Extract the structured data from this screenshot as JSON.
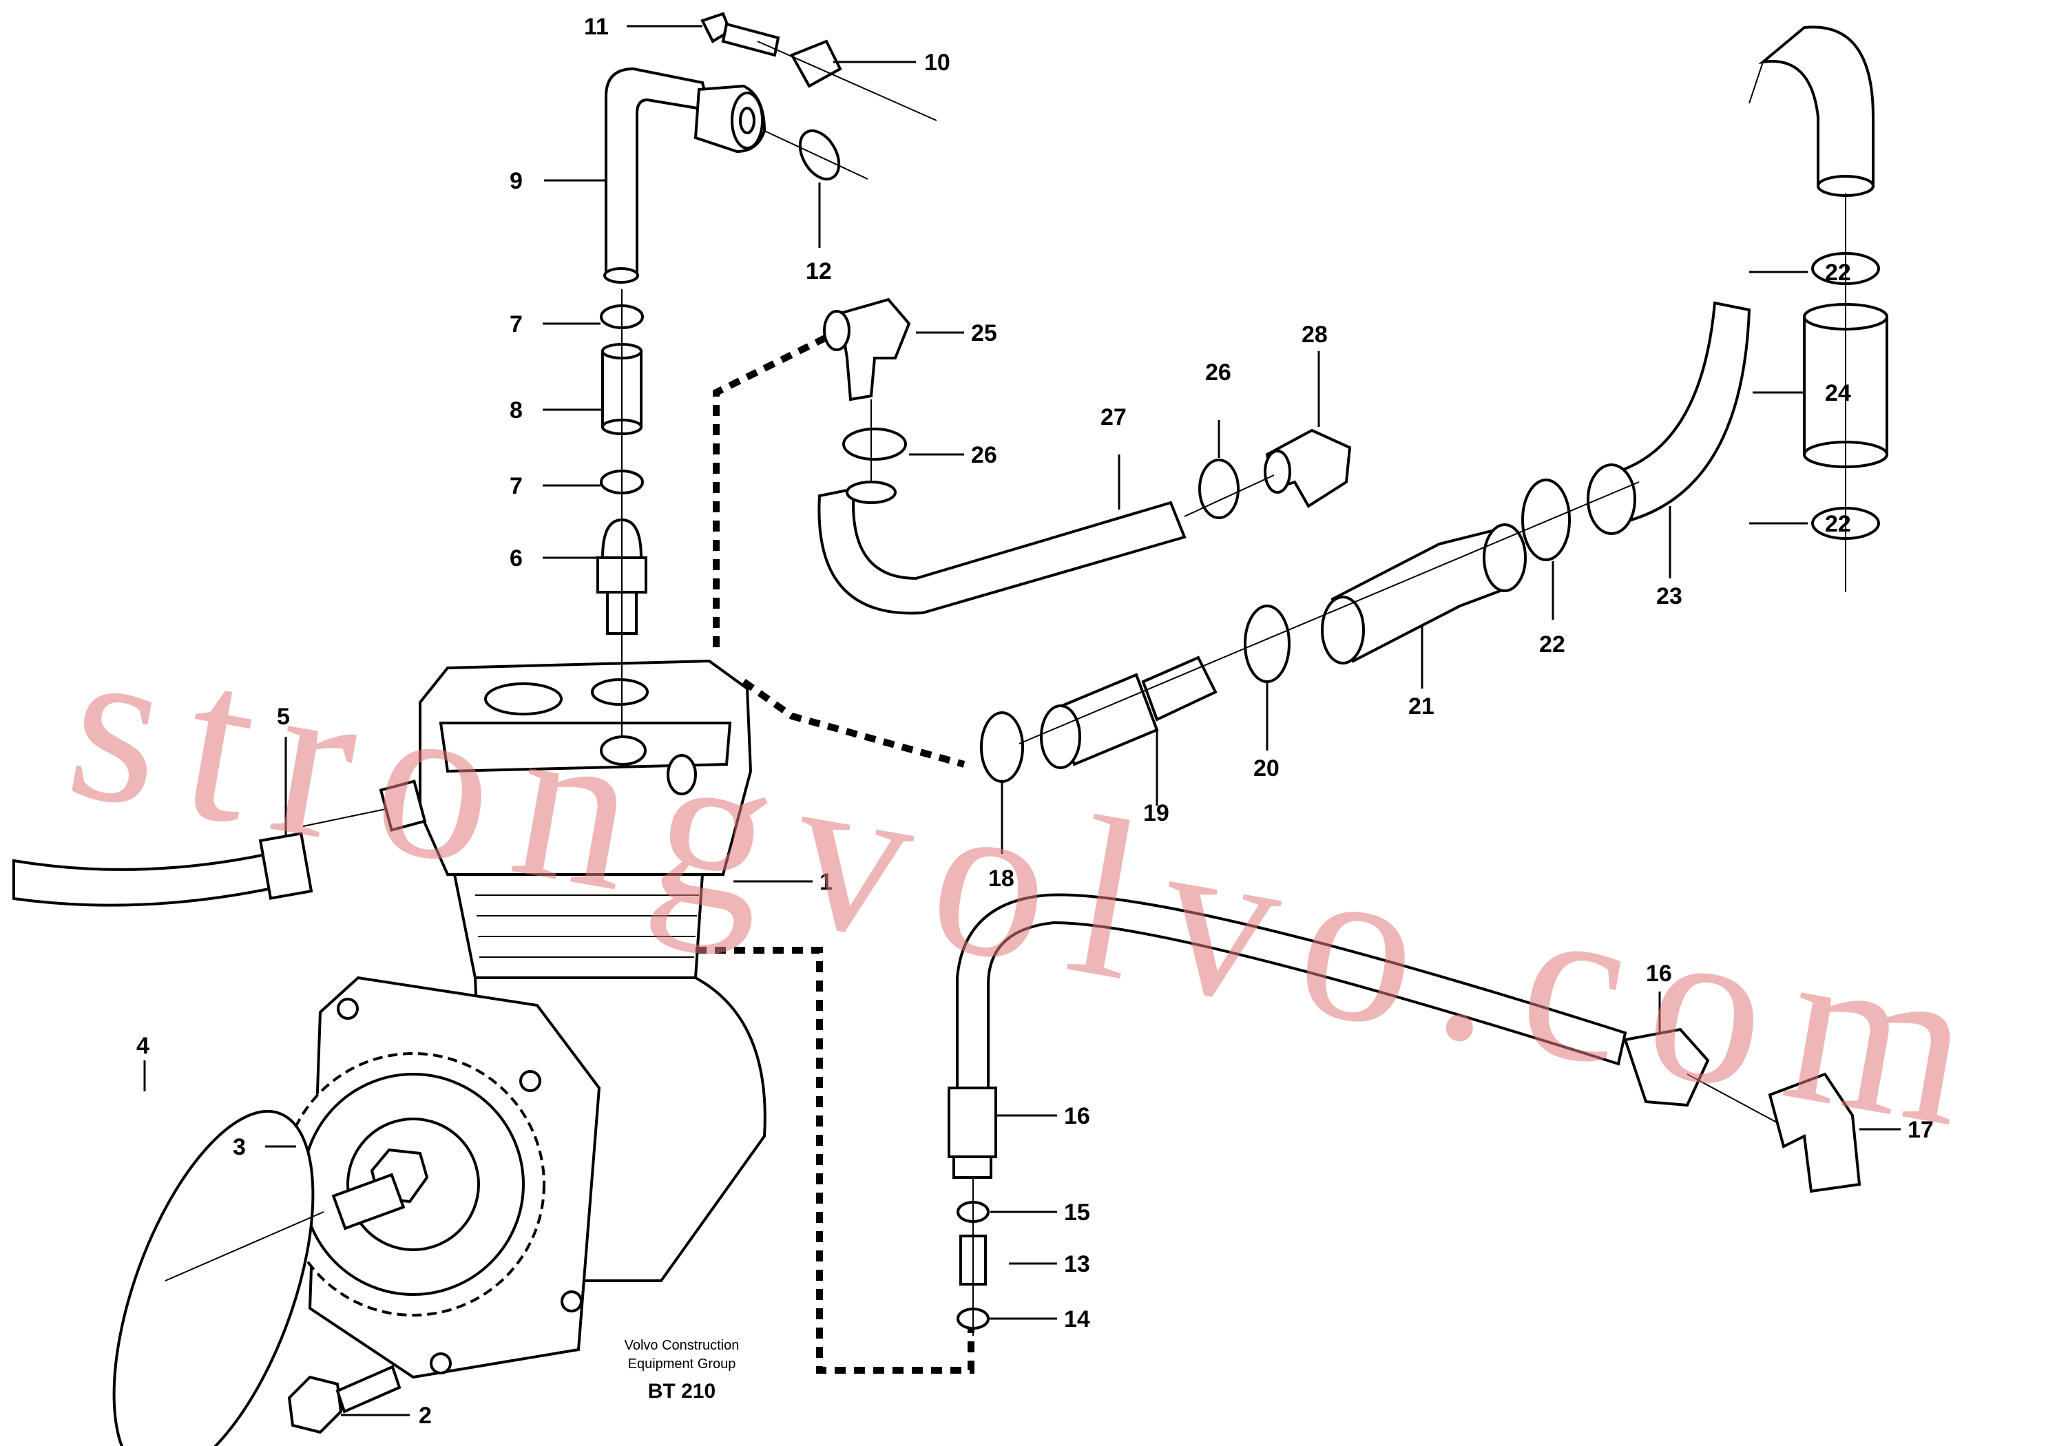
{
  "callouts": [
    {
      "id": "1",
      "label": "1"
    },
    {
      "id": "2",
      "label": "2"
    },
    {
      "id": "3",
      "label": "3"
    },
    {
      "id": "4",
      "label": "4"
    },
    {
      "id": "5",
      "label": "5"
    },
    {
      "id": "6",
      "label": "6"
    },
    {
      "id": "7a",
      "label": "7"
    },
    {
      "id": "7b",
      "label": "7"
    },
    {
      "id": "8",
      "label": "8"
    },
    {
      "id": "9",
      "label": "9"
    },
    {
      "id": "10",
      "label": "10"
    },
    {
      "id": "11",
      "label": "11"
    },
    {
      "id": "12",
      "label": "12"
    },
    {
      "id": "13",
      "label": "13"
    },
    {
      "id": "14",
      "label": "14"
    },
    {
      "id": "15",
      "label": "15"
    },
    {
      "id": "16a",
      "label": "16"
    },
    {
      "id": "16b",
      "label": "16"
    },
    {
      "id": "17",
      "label": "17"
    },
    {
      "id": "18",
      "label": "18"
    },
    {
      "id": "19",
      "label": "19"
    },
    {
      "id": "20",
      "label": "20"
    },
    {
      "id": "21",
      "label": "21"
    },
    {
      "id": "22a",
      "label": "22"
    },
    {
      "id": "22b",
      "label": "22"
    },
    {
      "id": "22c",
      "label": "22"
    },
    {
      "id": "23",
      "label": "23"
    },
    {
      "id": "24",
      "label": "24"
    },
    {
      "id": "25",
      "label": "25"
    },
    {
      "id": "26a",
      "label": "26"
    },
    {
      "id": "26b",
      "label": "26"
    },
    {
      "id": "27",
      "label": "27"
    },
    {
      "id": "28",
      "label": "28"
    }
  ],
  "credit": {
    "line1": "Volvo Construction",
    "line2": "Equipment Group",
    "code": "BT 210"
  },
  "watermark": "strongvolvo.com",
  "colors": {
    "ink": "#000000",
    "watermark": "#e07a7a",
    "background": "#ffffff"
  }
}
